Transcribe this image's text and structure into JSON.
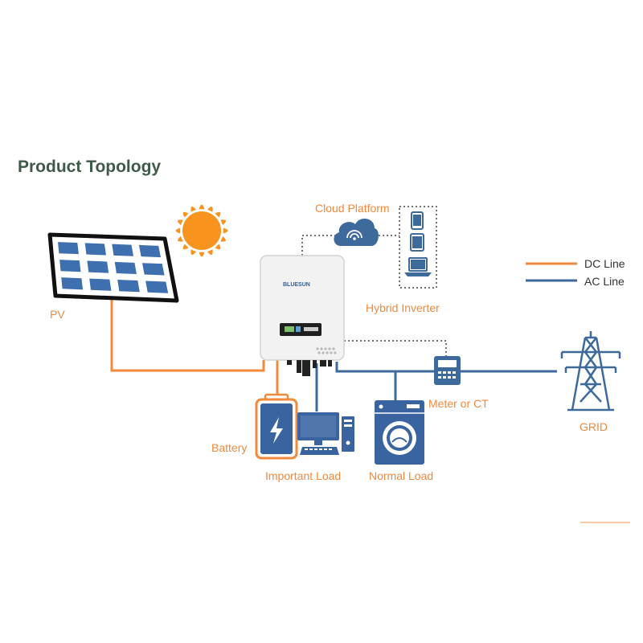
{
  "title": "Product Topology",
  "labels": {
    "pv": "PV",
    "cloud_platform": "Cloud Platform",
    "hybrid_inverter": "Hybrid Inverter",
    "battery": "Battery",
    "important_load": "Important Load",
    "normal_load": "Normal Load",
    "meter": "Meter or CT",
    "grid": "GRID"
  },
  "legend": {
    "dc_line": "DC Line",
    "ac_line": "AC Line"
  },
  "inverter_brand": "BLUESUN",
  "colors": {
    "dc": "#f08a3c",
    "ac": "#3d6a9b",
    "label": "#ee8a3e",
    "title": "#3f5a48",
    "panel_cell": "#3e6fae",
    "appliance": "#3a64a0"
  }
}
